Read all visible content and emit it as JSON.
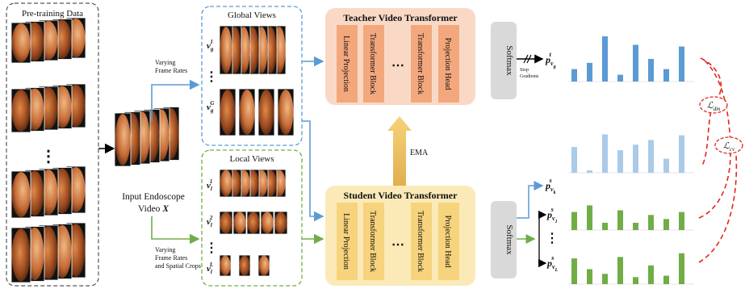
{
  "pretraining": {
    "title": "Pre-training Data",
    "ellipsis": "⋮"
  },
  "input": {
    "line1": "Input Endoscope",
    "line2_prefix": "Video ",
    "line2_var": "X"
  },
  "annotations": {
    "global_rates_1": "Varying",
    "global_rates_2": "Frame Rates",
    "local_rates_1": "Varying",
    "local_rates_2": "Frame Rates",
    "local_rates_3": "and Spatial Crops",
    "stop_1": "Stop",
    "stop_2": "Gradients",
    "ema": "EMA"
  },
  "global_views": {
    "title": "Global Views",
    "v1_base": "v",
    "v1_sub": "g",
    "v1_sup": "1",
    "vG_base": "v",
    "vG_sub": "g",
    "vG_sup": "G",
    "ellipsis": "⋮"
  },
  "local_views": {
    "title": "Local Views",
    "v1_base": "v",
    "v1_sub": "l",
    "v1_sup": "1",
    "v2_base": "v",
    "v2_sub": "l",
    "v2_sup": "2",
    "vL_base": "v",
    "vL_sub": "l",
    "vL_sup": "L",
    "ellipsis": "⋮"
  },
  "teacher": {
    "title": "Teacher Video Transformer",
    "blocks": [
      "Linear Projection",
      "Transformer Block",
      "Transformer Block",
      "Projection Head"
    ],
    "dots": "⋯",
    "softmax": "Softmax",
    "fill": "#f9d9c6",
    "block_fill": "#f3a77d"
  },
  "student": {
    "title": "Student Video Transformer",
    "blocks": [
      "Linear Projection",
      "Transformer Block",
      "Transformer Block",
      "Projection Head"
    ],
    "dots": "⋯",
    "softmax": "Softmax",
    "fill": "#fbeab8",
    "block_fill": "#f6d37c"
  },
  "outputs": {
    "teacher_label": "p",
    "teacher_sup": "t",
    "teacher_sub": "v",
    "teacher_subsub": "g",
    "student_k_label": "p",
    "student_k_sup": "s",
    "student_k_sub": "v",
    "student_k_subsub": "k",
    "student_1_label": "p",
    "student_1_sup": "s",
    "student_1_sub": "v",
    "student_1_subsub": "1",
    "student_L_label": "p",
    "student_L_sup": "s",
    "student_L_sub": "v",
    "student_L_subsub": "L",
    "ellipsis": "⋮",
    "teacher_bars": [
      0.22,
      0.33,
      0.8,
      0.12,
      0.65,
      0.4,
      0.22,
      0.62
    ],
    "student_k_bars": [
      0.55,
      0.05,
      0.82,
      0.48,
      0.6,
      0.7,
      0.3,
      0.8
    ],
    "student_1_bars": [
      0.62,
      0.85,
      0.25,
      0.68,
      0.25,
      0.52,
      0.38,
      0.62
    ],
    "student_L_bars": [
      0.55,
      0.32,
      0.22,
      0.58,
      0.15,
      0.4,
      0.18,
      0.66
    ],
    "teacher_color": "#5b9bd5",
    "student_k_color": "#a9cbe8",
    "student_color": "#70ad47"
  },
  "losses": {
    "dm_base": "ℒ",
    "dm_sub": "dm",
    "cv_base": "ℒ",
    "cv_sub": "cv",
    "color": "#e3261b"
  },
  "colors": {
    "global_arrow": "#5b9bd5",
    "local_arrow": "#70ad47",
    "ema_arrow": "#e8b02a",
    "softmax_fill": "#d9d9d9"
  }
}
